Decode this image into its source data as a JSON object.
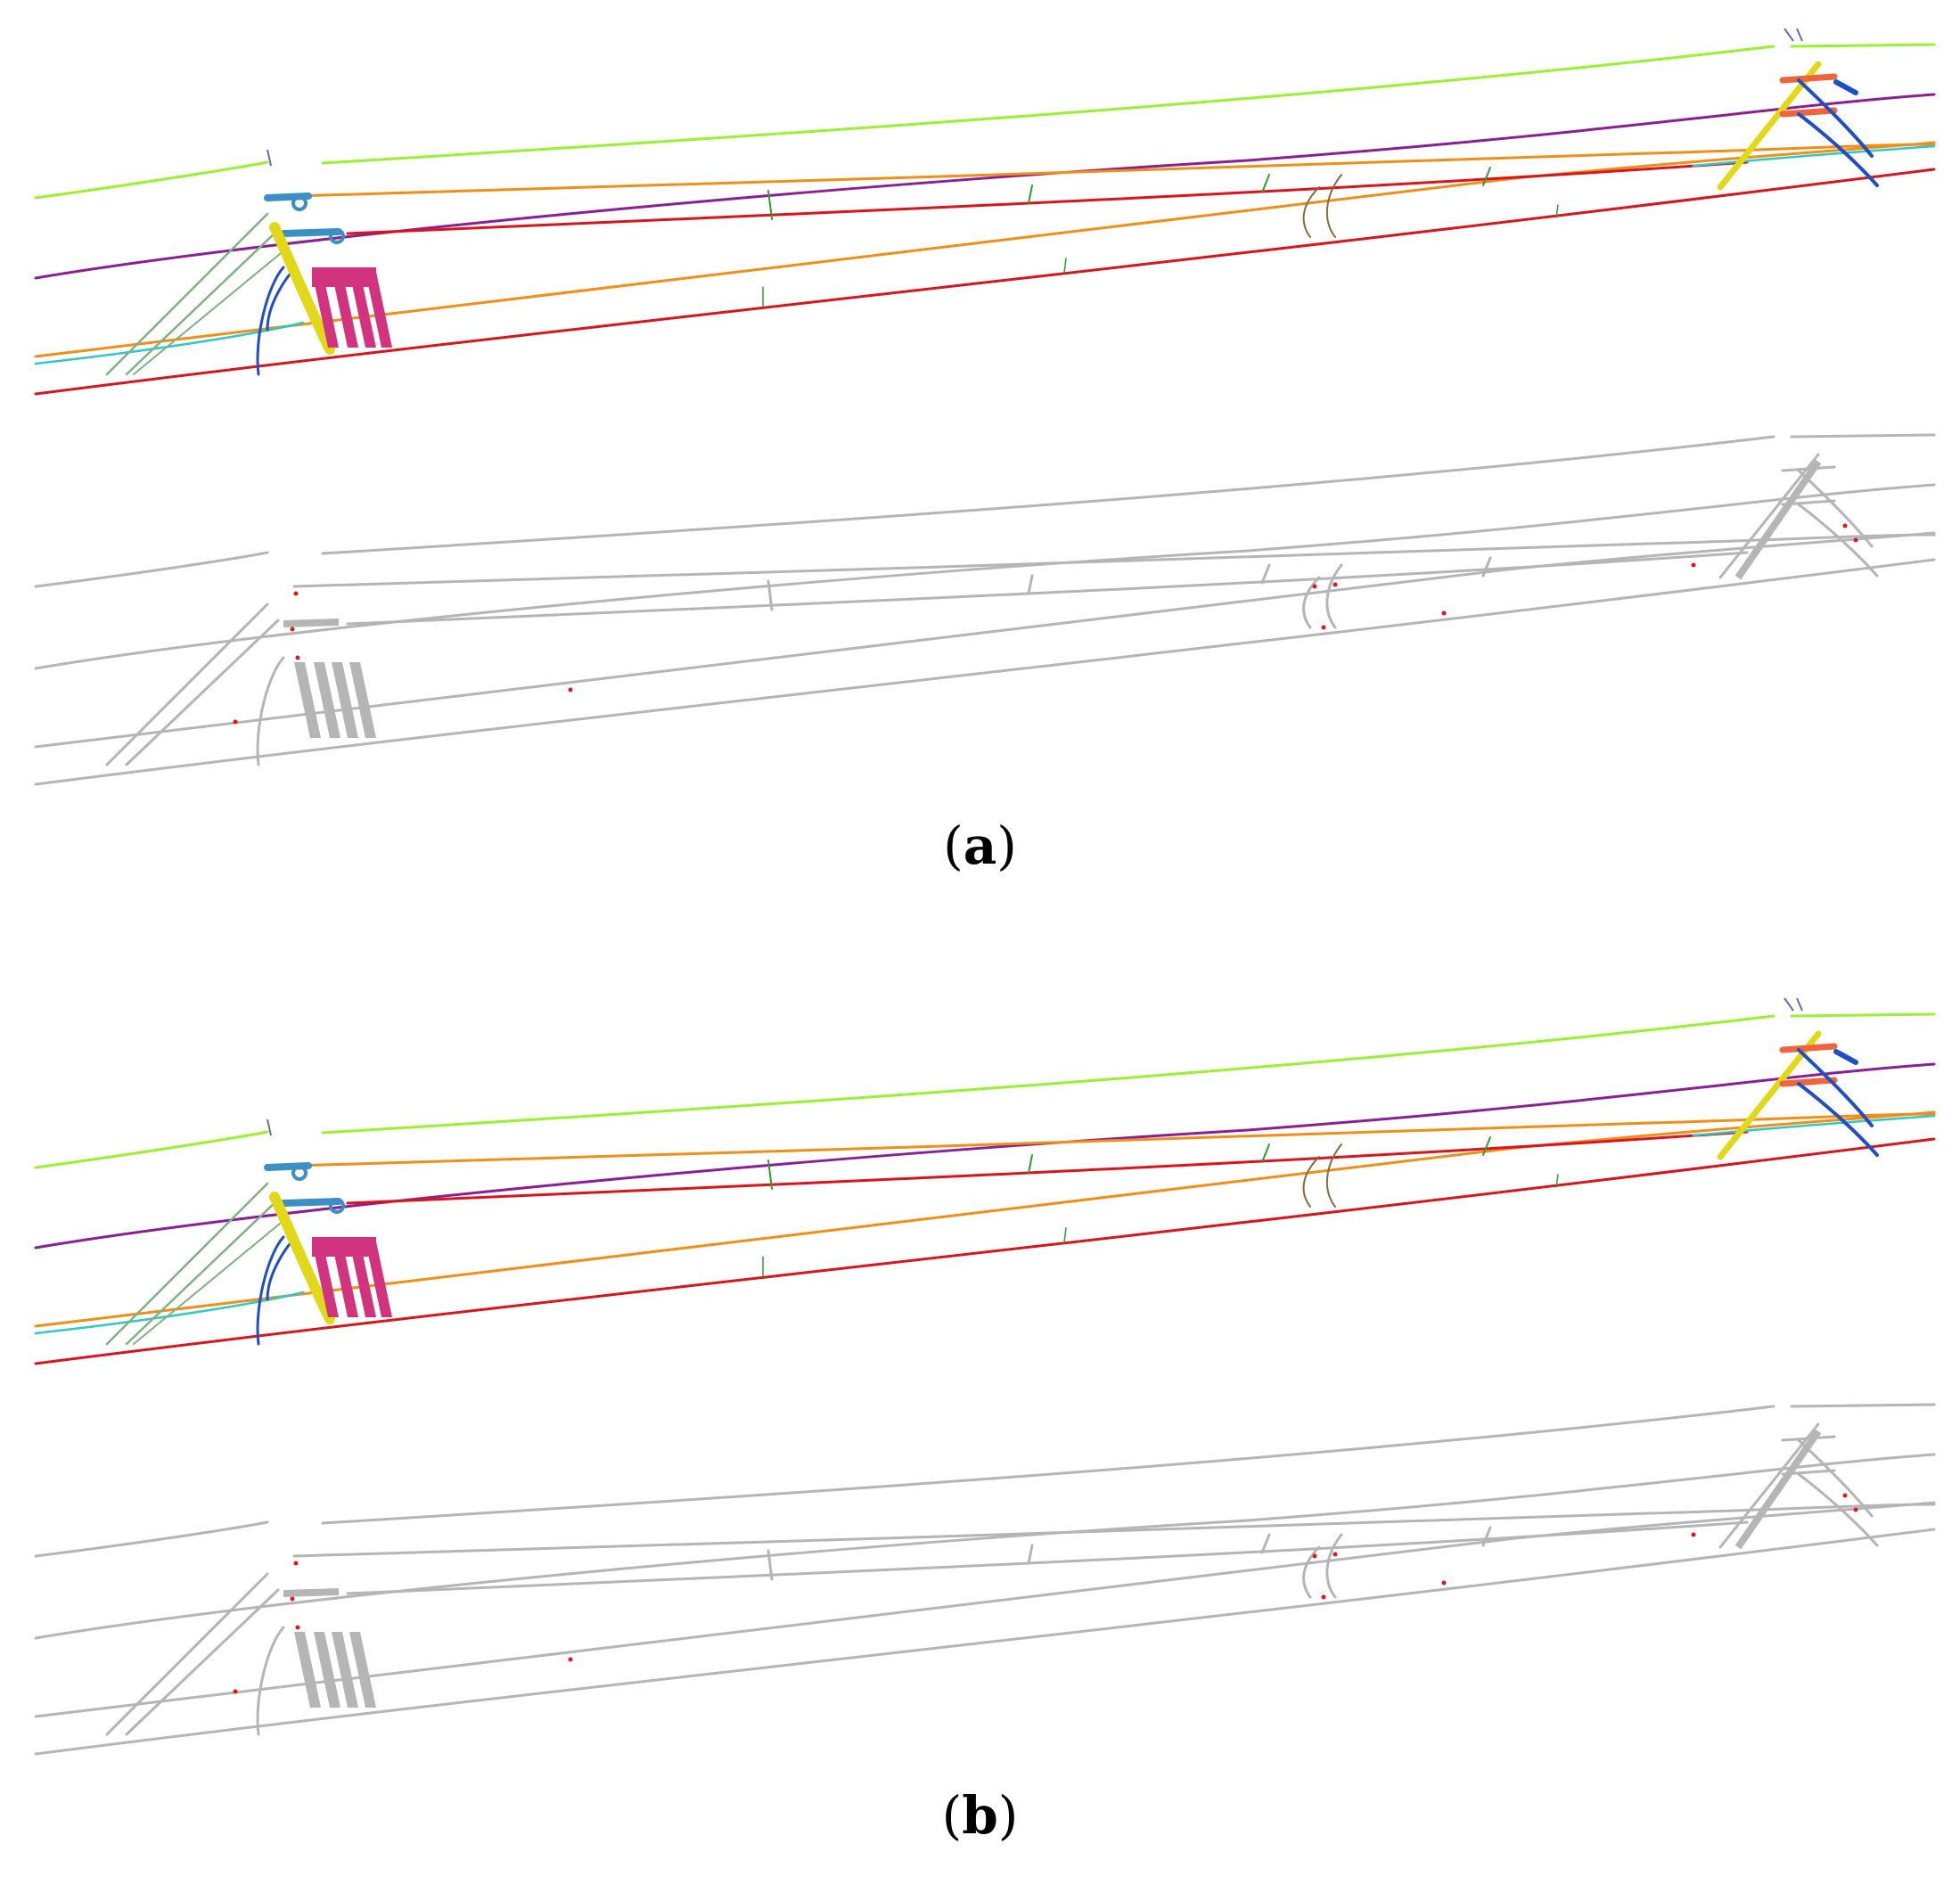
{
  "figure": {
    "panels": [
      {
        "label": "(a)",
        "label_letter": "a"
      },
      {
        "label": "(b)",
        "label_letter": "b"
      }
    ],
    "colors": {
      "lime": "#9cf032",
      "purple": "#8a1f95",
      "orange": "#f08f18",
      "red": "#d8141e",
      "cyan": "#2ec8c8",
      "steel_blue": "#3a8fc4",
      "blue": "#1f4fc4",
      "green": "#2aa12a",
      "sage": "#7fb27f",
      "yellow": "#e2d81a",
      "magenta": "#d1337f",
      "brown": "#8a6a3a",
      "salmon": "#f0643c",
      "gray": "#b5b5b5",
      "error_red": "#e01818"
    }
  }
}
